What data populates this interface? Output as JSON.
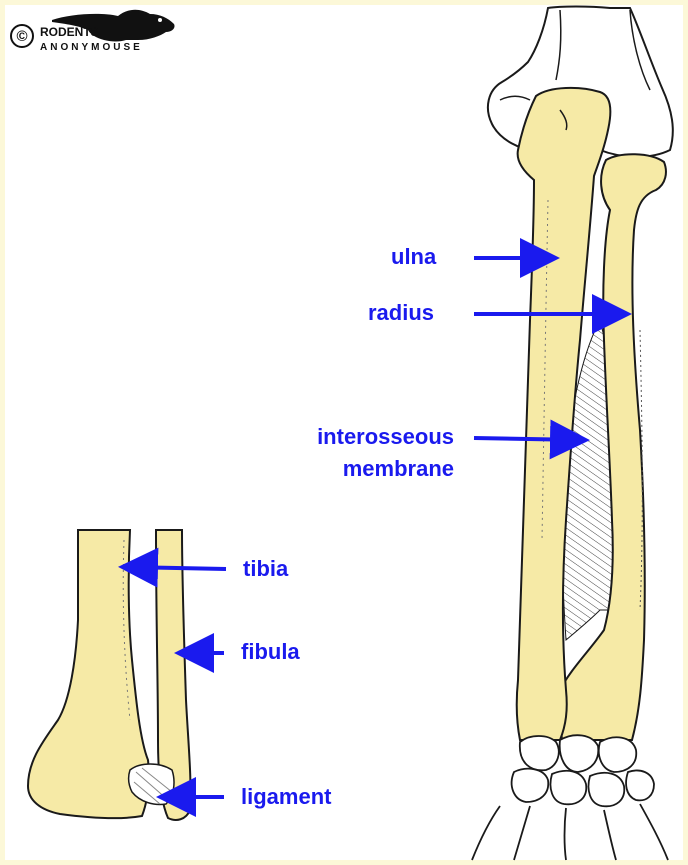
{
  "colors": {
    "bone": "#f6eaa6",
    "outline": "#1a1a1a",
    "label": "#1a1aee",
    "arrow": "#1a1aee",
    "border": "#fcf8d8",
    "background": "#ffffff"
  },
  "logo": {
    "copyright_symbol": "©",
    "line1": "RODENTS",
    "line2": "ANONYMOUSE",
    "icon": "rat-silhouette-icon"
  },
  "labels": {
    "ulna": "ulna",
    "radius": "radius",
    "interosseous_line1": "interosseous",
    "interosseous_line2": "membrane",
    "tibia": "tibia",
    "fibula": "fibula",
    "ligament": "ligament"
  }
}
